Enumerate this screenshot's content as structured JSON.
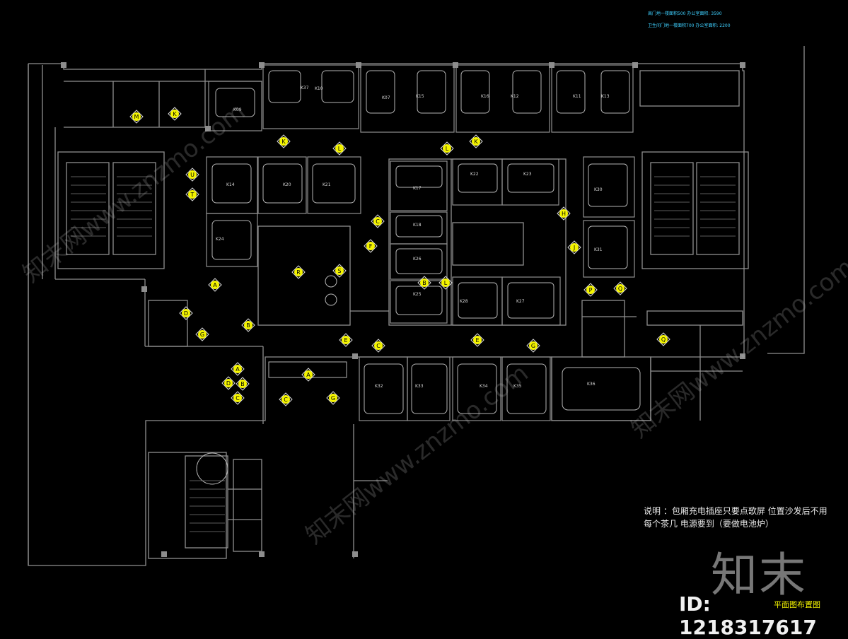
{
  "header": {
    "line1": "高门地一楼面积500  办公室面积: 3590",
    "line2": "卫生间门地一楼面积700  办公室面积: 2200"
  },
  "notes": {
    "line1": "说明 ：包厢充电插座只要点歌屏  位置沙发后不用",
    "line2": "每个茶几 电源要到（要做电池炉）"
  },
  "drawing_title": "平面图布置图",
  "rooms": [
    "K09",
    "K10",
    "K07",
    "K15",
    "K16",
    "K12",
    "K11",
    "K13",
    "K14",
    "K20",
    "K21",
    "K24",
    "K17",
    "K18",
    "K26",
    "K25",
    "K22",
    "K23",
    "K28",
    "K27",
    "K30",
    "K31",
    "K32",
    "K33",
    "K34",
    "K35",
    "K36",
    "K37"
  ],
  "section_markers": [
    "M",
    "K",
    "K",
    "L",
    "L",
    "K",
    "U",
    "T",
    "H",
    "B",
    "F",
    "J",
    "P",
    "Q",
    "A",
    "R",
    "S",
    "D",
    "C",
    "G",
    "E",
    "E",
    "C",
    "C",
    "G",
    "Q",
    "A",
    "A",
    "D",
    "B",
    "C",
    "G",
    "B",
    "L"
  ],
  "watermark": {
    "brand": "知末",
    "site": "知末网www.znzmo.com",
    "id_label": "ID: 1218317617"
  },
  "colors": {
    "wall": "#9a9a9a",
    "marker": "#f4f400",
    "annotation": "#3fd0ff",
    "note": "#e8e8e8",
    "background": "#000000"
  }
}
